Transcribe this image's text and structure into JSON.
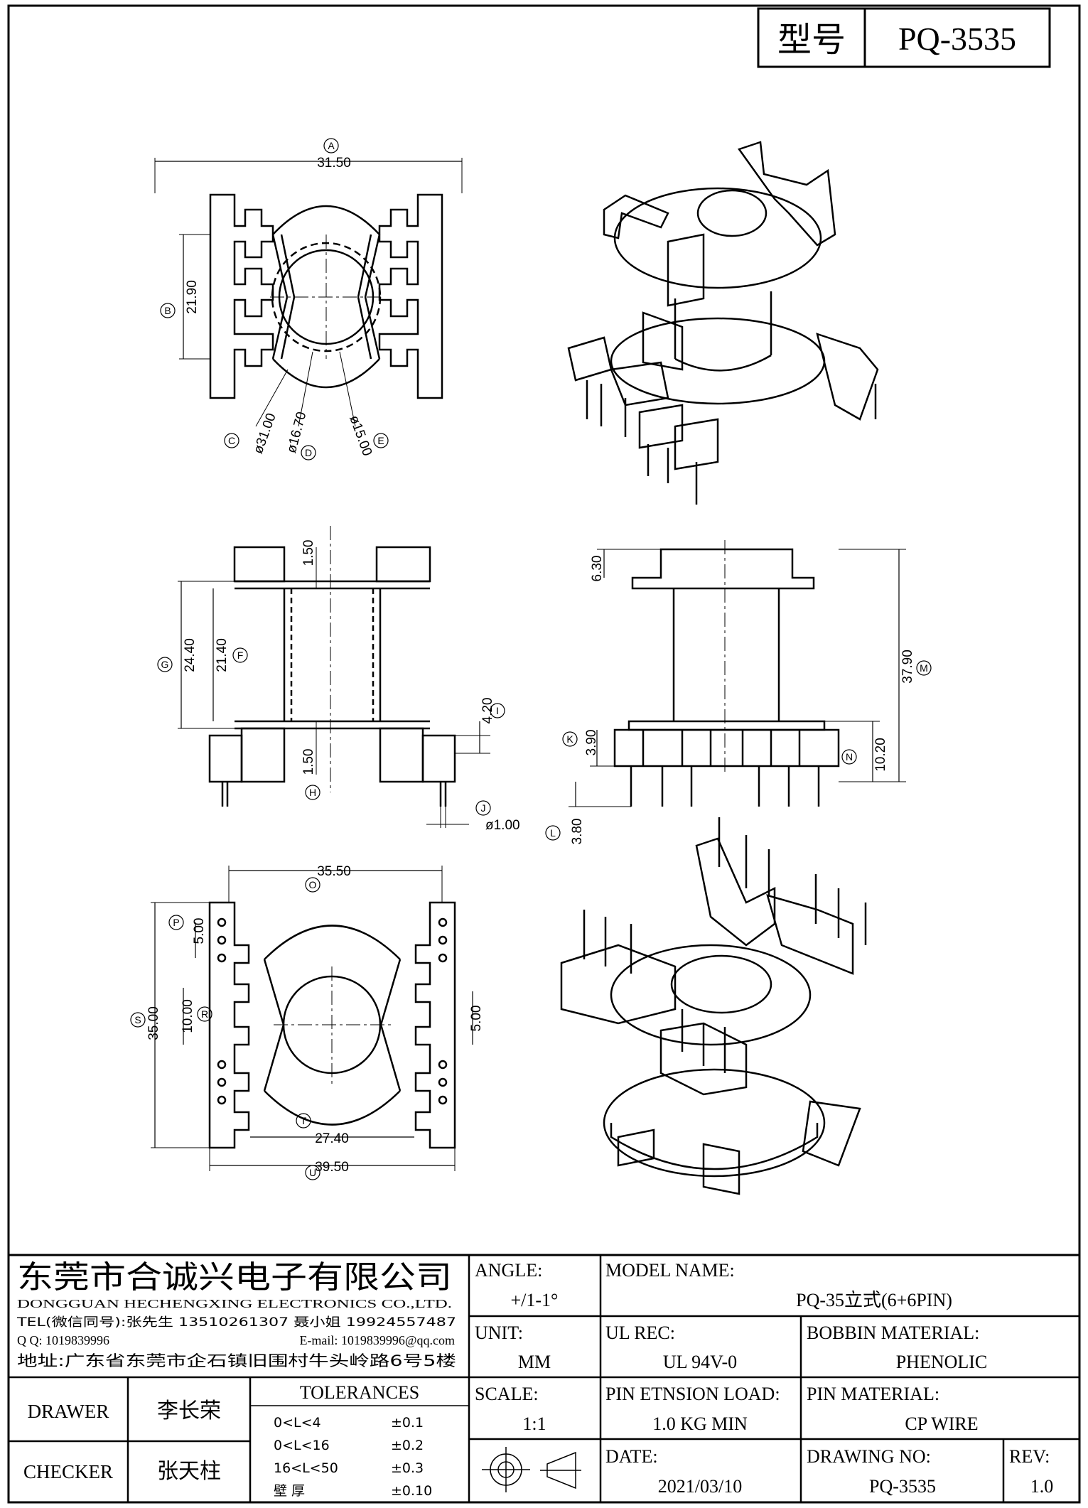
{
  "header": {
    "model_label": "型号",
    "model_value": "PQ-3535"
  },
  "dims": {
    "A": "31.50",
    "B": "21.90",
    "C": "ø31.00",
    "D": "ø16.70",
    "E": "ø15.00",
    "top_flange": "1.50",
    "G": "24.40",
    "F": "21.40",
    "I": "4.20",
    "H": "1.50",
    "J": "ø1.00",
    "top_right": "6.30",
    "M": "37.90",
    "K": "3.90",
    "N": "10.20",
    "L": "3.80",
    "O": "35.50",
    "P": "5.00",
    "R": "10.00",
    "S": "35.00",
    "pin_gap": "5.00",
    "T": "27.40",
    "U": "39.50"
  },
  "markers": [
    "A",
    "B",
    "C",
    "D",
    "E",
    "F",
    "G",
    "H",
    "I",
    "J",
    "K",
    "L",
    "M",
    "N",
    "O",
    "P",
    "R",
    "S",
    "T",
    "U"
  ],
  "company": {
    "name_cn": "东莞市合诚兴电子有限公司",
    "name_en": "DONGGUAN HECHENGXING ELECTRONICS CO.,LTD.",
    "tel": "TEL(微信同号):张先生 13510261307 聂小姐 19924557487",
    "qq": "Q Q: 1019839996",
    "email": "E-mail: 1019839996@qq.com",
    "address": "地址:广东省东莞市企石镇旧围村牛头岭路6号5楼"
  },
  "title_block": {
    "angle_label": "ANGLE:",
    "angle_value": "+/1-1°",
    "model_name_label": "MODEL NAME:",
    "model_name_value": "PQ-35立式(6+6PIN)",
    "unit_label": "UNIT:",
    "unit_value": "MM",
    "ul_rec_label": "UL REC:",
    "ul_rec_value": "UL 94V-0",
    "bobbin_material_label": "BOBBIN MATERIAL:",
    "bobbin_material_value": "PHENOLIC",
    "scale_label": "SCALE:",
    "scale_value": "1:1",
    "pin_load_label": "PIN ETNSION LOAD:",
    "pin_load_value": "1.0 KG MIN",
    "pin_material_label": "PIN MATERIAL:",
    "pin_material_value": "CP WIRE",
    "date_label": "DATE:",
    "date_value": "2021/03/10",
    "drawing_no_label": "DRAWING NO:",
    "drawing_no_value": "PQ-3535",
    "rev_label": "REV:",
    "rev_value": "1.0"
  },
  "people": {
    "drawer_label": "DRAWER",
    "drawer_name": "李长荣",
    "checker_label": "CHECKER",
    "checker_name": "张天柱"
  },
  "tolerances": {
    "title": "TOLERANCES",
    "rows": [
      {
        "range": "0<L<4",
        "value": "±0.1"
      },
      {
        "range": "0<L<16",
        "value": "±0.2"
      },
      {
        "range": "16<L<50",
        "value": "±0.3"
      },
      {
        "range": "壁    厚",
        "value": "±0.10"
      }
    ]
  }
}
